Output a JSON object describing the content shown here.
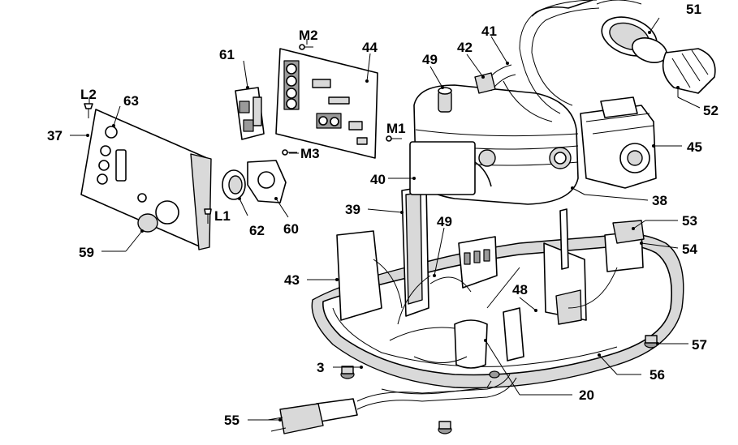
{
  "diagram": {
    "labels": {
      "p3": "3",
      "p20": "20",
      "p37": "37",
      "p38": "38",
      "p39": "39",
      "p40": "40",
      "p41": "41",
      "p42": "42",
      "p43": "43",
      "p44": "44",
      "p45": "45",
      "p48": "48",
      "p49a": "49",
      "p49b": "49",
      "p51": "51",
      "p52": "52",
      "p53": "53",
      "p54": "54",
      "p55": "55",
      "p56": "56",
      "p57": "57",
      "p59": "59",
      "p60": "60",
      "p61": "61",
      "p62": "62",
      "p63": "63",
      "pL1": "L1",
      "pL2": "L2",
      "pM1": "M1",
      "pM2": "M2",
      "pM3": "M3"
    }
  }
}
